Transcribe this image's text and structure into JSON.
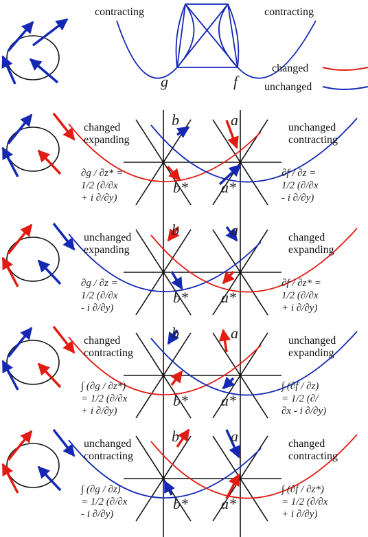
{
  "colors": {
    "changed": "#e21b13",
    "unchanged": "#1428b4",
    "black": "#111111"
  },
  "header": {
    "left_label": "contracting",
    "right_label": "contracting",
    "g": "g",
    "f": "f",
    "legend": [
      {
        "label": "changed",
        "color": "#e21b13"
      },
      {
        "label": "unchanged",
        "color": "#1428b4"
      }
    ]
  },
  "panels": [
    {
      "left_title": [
        "changed",
        "expanding"
      ],
      "right_title": [
        "unchanged",
        "contracting"
      ],
      "left_eq": [
        "∂g / ∂z* =",
        "1/2 (∂/∂x",
        "+ i ∂/∂y)"
      ],
      "right_eq": [
        "∂f / ∂z =",
        "1/2 (∂/∂x",
        "- i ∂/∂y)"
      ],
      "b": "b",
      "a": "a",
      "bstar": "b*",
      "astar": "a*"
    },
    {
      "left_title": [
        "unchanged",
        "expanding"
      ],
      "right_title": [
        "changed",
        "expanding"
      ],
      "left_eq": [
        "∂g / ∂z =",
        "1/2 (∂/∂x",
        "- i ∂/∂y)"
      ],
      "right_eq": [
        "∂f / ∂z* =",
        "1/2 (∂/∂x",
        "+ i ∂/∂y)"
      ],
      "b": "b",
      "a": "a",
      "bstar": "b*",
      "astar": "a*"
    },
    {
      "left_title": [
        "changed",
        "contracting"
      ],
      "right_title": [
        "unchanged",
        "expanding"
      ],
      "left_eq": [
        "∫ (∂g / ∂z*)",
        "= 1/2 (∂/∂x",
        "+ i ∂/∂y)"
      ],
      "right_eq": [
        "∫ (∂f / ∂z)",
        "= 1/2 (∂/",
        "∂x - i ∂/∂y)"
      ],
      "b": "b",
      "a": "a",
      "bstar": "b*",
      "astar": "a*"
    },
    {
      "left_title": [
        "unchanged",
        "contracting"
      ],
      "right_title": [
        "changed",
        "contracting"
      ],
      "left_eq": [
        "∫ (∂g / ∂z)",
        "= 1/2 (∂/∂x",
        "- i ∂/∂y)"
      ],
      "right_eq": [
        "∫ (∂f / ∂z*)",
        "= 1/2 (∂/∂x",
        "+ i ∂/∂y)"
      ],
      "b": "b",
      "a": "a",
      "bstar": "b*",
      "astar": "a*"
    }
  ]
}
